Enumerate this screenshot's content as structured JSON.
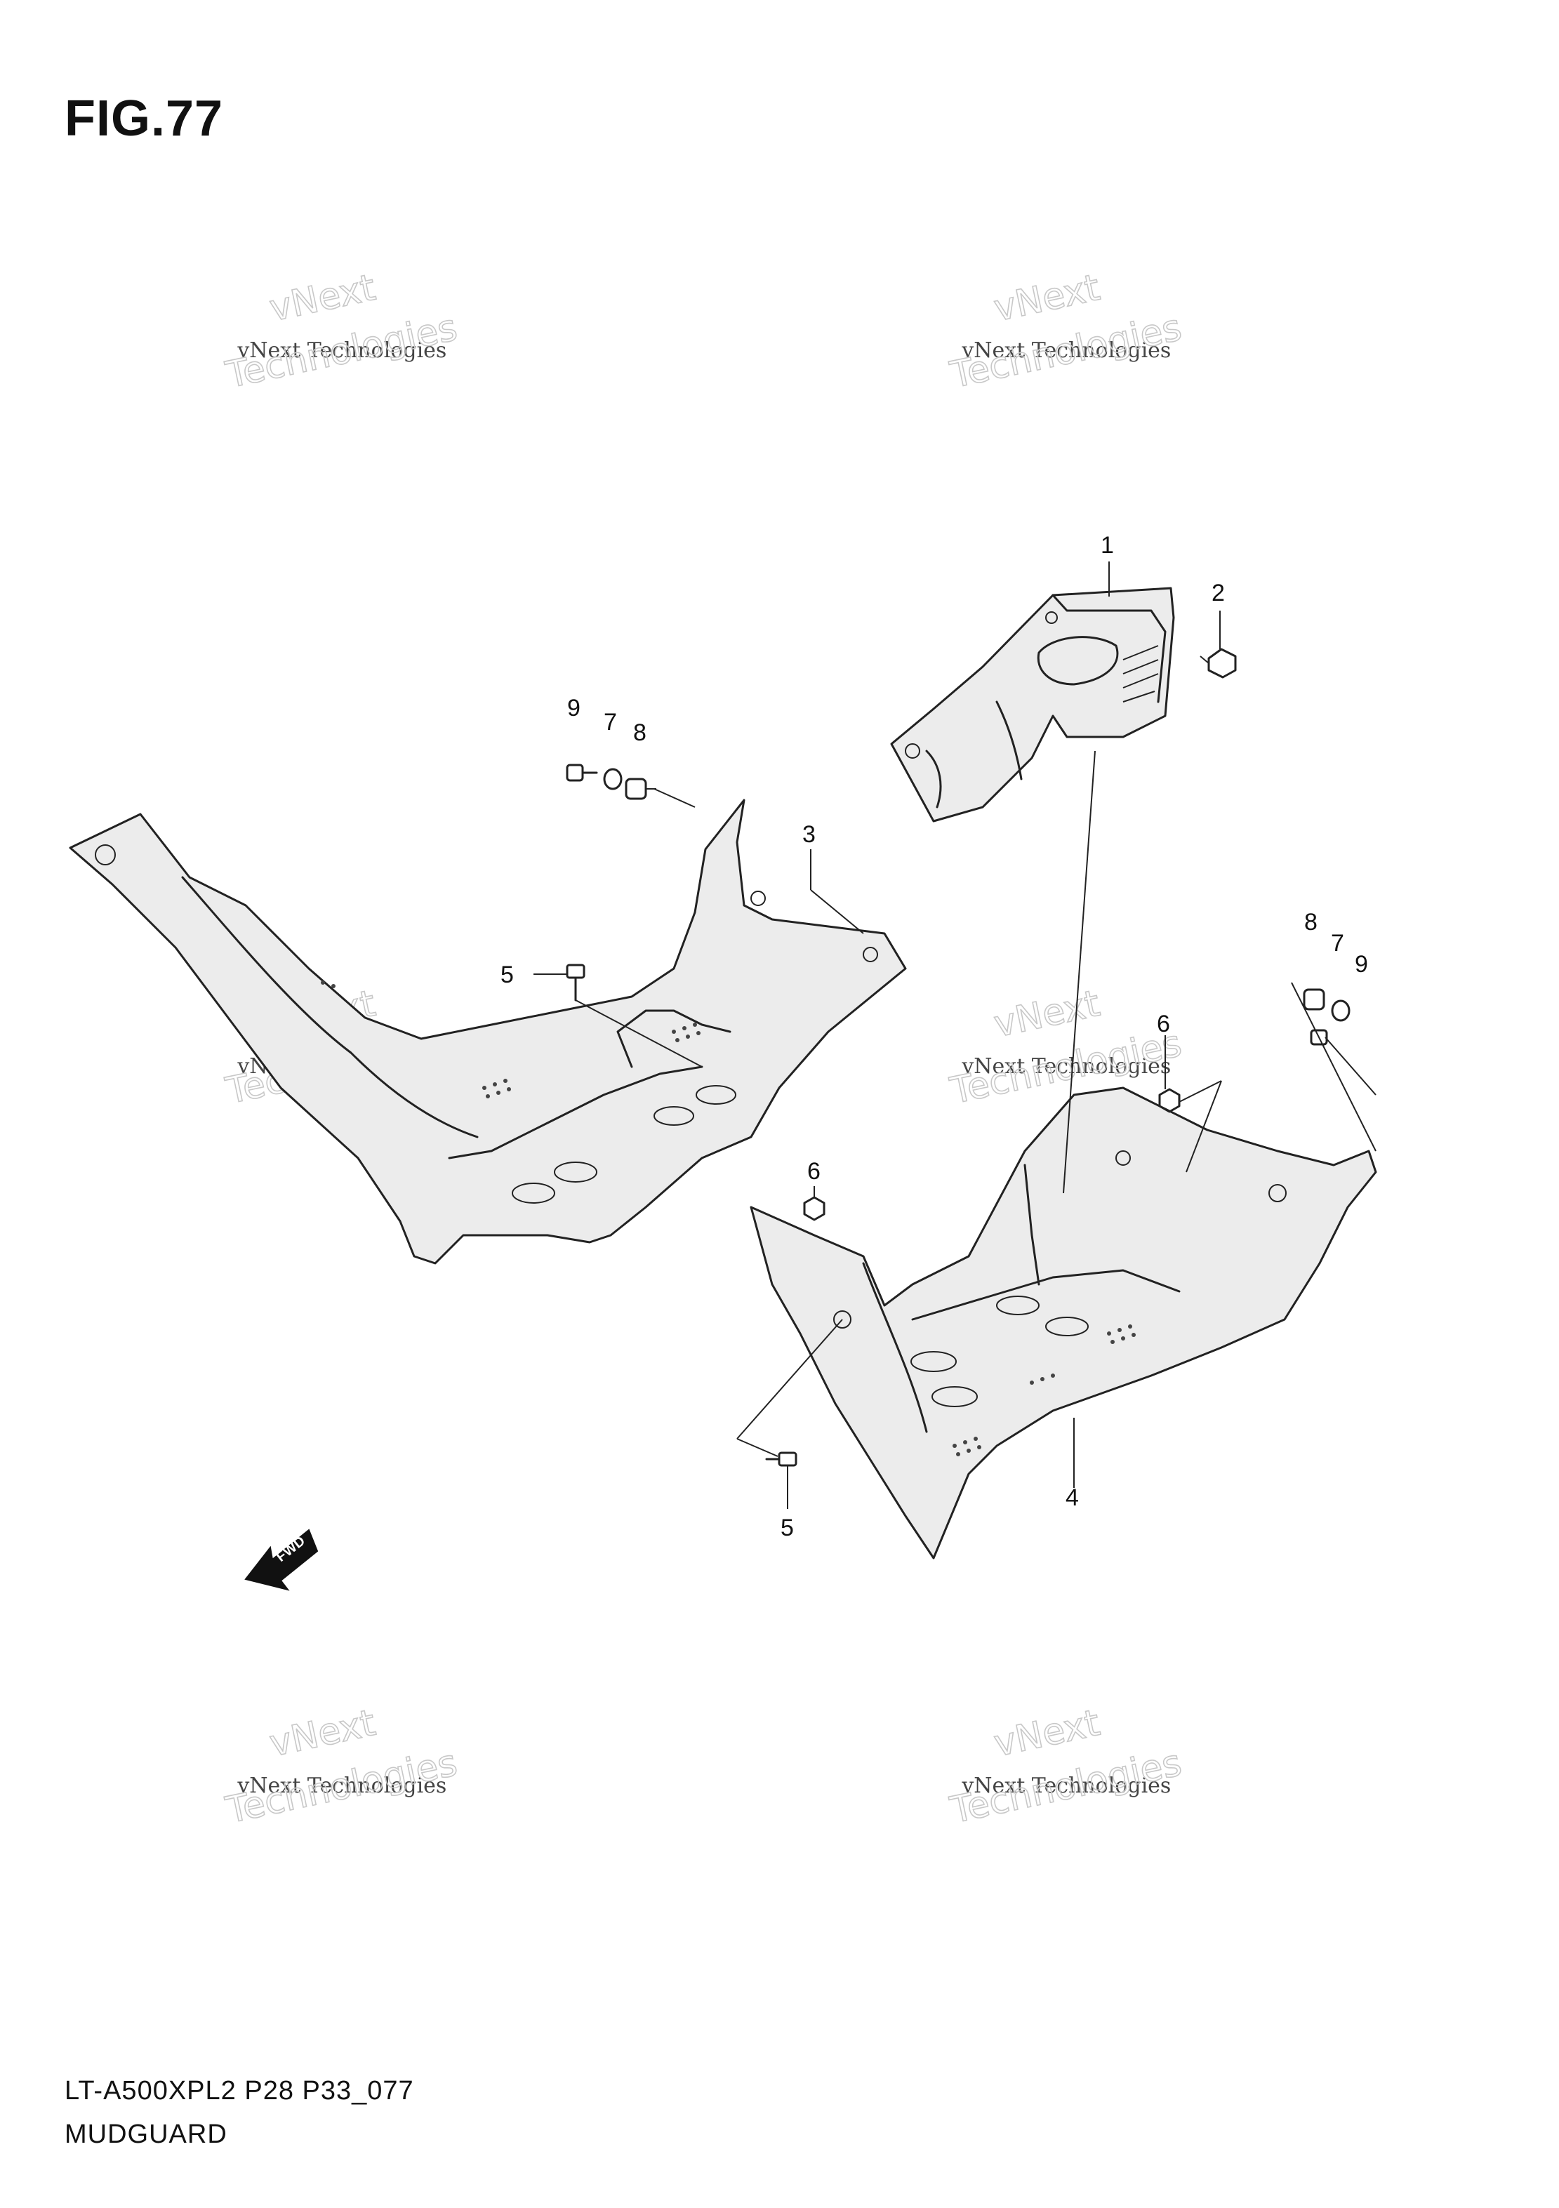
{
  "figure": {
    "title": "FIG.77",
    "code": "LT-A500XPL2 P28 P33_077",
    "name": "MUDGUARD"
  },
  "callouts": {
    "c1": "1",
    "c2": "2",
    "c3": "3",
    "c4": "4",
    "c5a": "5",
    "c5b": "5",
    "c6a": "6",
    "c6b": "6",
    "c7a": "7",
    "c7b": "7",
    "c8a": "8",
    "c8b": "8",
    "c9a": "9",
    "c9b": "9"
  },
  "watermark": {
    "line1": "vNext",
    "line2": "vNext Technologies",
    "line3": "Technologies"
  },
  "fwd_label": "FWD"
}
